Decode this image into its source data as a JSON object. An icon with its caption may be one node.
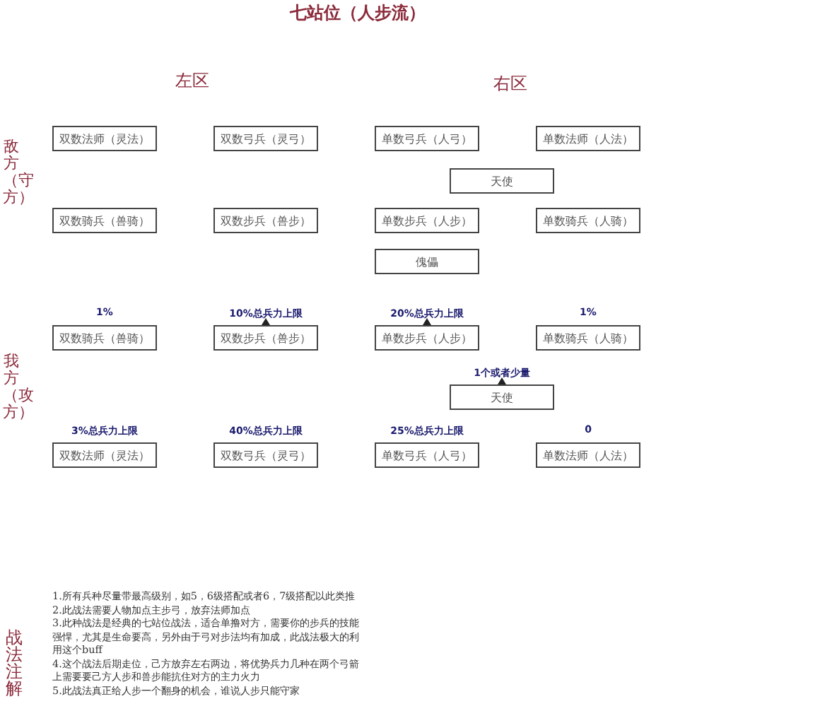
{
  "diagram": {
    "title": "七站位（人步流）",
    "nodes": [
      {
        "text": [
          "双数法师（灵法）"
        ]
      },
      {
        "text": [
          "双数弓兵（灵弓）"
        ]
      },
      {
        "text": [
          "单数弓兵（人弓）"
        ]
      },
      {
        "text": [
          "单数法师（人法）"
        ]
      },
      {
        "text": [
          "天使"
        ]
      },
      {
        "text": [
          "双数骑兵（兽骑）"
        ]
      },
      {
        "text": [
          "双数步兵（兽步）"
        ]
      },
      {
        "text": [
          "单数步兵（人步）"
        ]
      },
      {
        "text": [
          "单数骑兵（人骑）"
        ]
      },
      {
        "text": [
          "傀儡"
        ]
      },
      {
        "text": [
          "双数骑兵（兽骑）"
        ],
        "beside": [
          "1%"
        ]
      },
      {
        "text": [
          "双数步兵（兽步）"
        ],
        "beside": [
          "10%总兵力上限"
        ]
      },
      {
        "text": [
          "单数步兵（人步）"
        ],
        "beside": [
          "20%总兵力上限"
        ]
      },
      {
        "text": [
          "单数骑兵（人骑）"
        ],
        "beside": [
          "1%"
        ]
      },
      {
        "text": [
          "天使"
        ],
        "beside": [
          "1个或者少量"
        ]
      },
      {
        "text": [
          "双数法师（灵法）"
        ],
        "beside": [
          "3%总兵力上限"
        ]
      },
      {
        "text": [
          "双数弓兵（灵弓）"
        ],
        "beside": [
          "40%总兵力上限"
        ]
      },
      {
        "text": [
          "单数弓兵（人弓）"
        ],
        "beside": [
          "25%总兵力上限"
        ]
      },
      {
        "text": [
          "单数法师（人法）"
        ],
        "beside": [
          "0"
        ]
      }
    ],
    "labels": [
      "左区",
      "右区",
      "敌方（守方）",
      "我方（攻方）",
      "战法注解",
      "1.所有兵种尽量带最高级别，如5，6级搭配或者6，7级搭配以此类推",
      "2.此战法需要人物加点主步弓，放弃法师加点",
      "3.此种战法是经典的七站位战法，适合单撸对方，需要你的步兵的技能强悍，尤其是生命要高，另外由于弓对步法均有加成，此战法极大的利用这个buff",
      "4.这个战法后期走位，己方放弃左右两边，将优势兵力几种在两个弓箭上需要要己方人步和兽步能抗住对方的主力火力",
      "5.此战法真正给人步一个翻身的机会，谁说人步只能守家"
    ]
  }
}
